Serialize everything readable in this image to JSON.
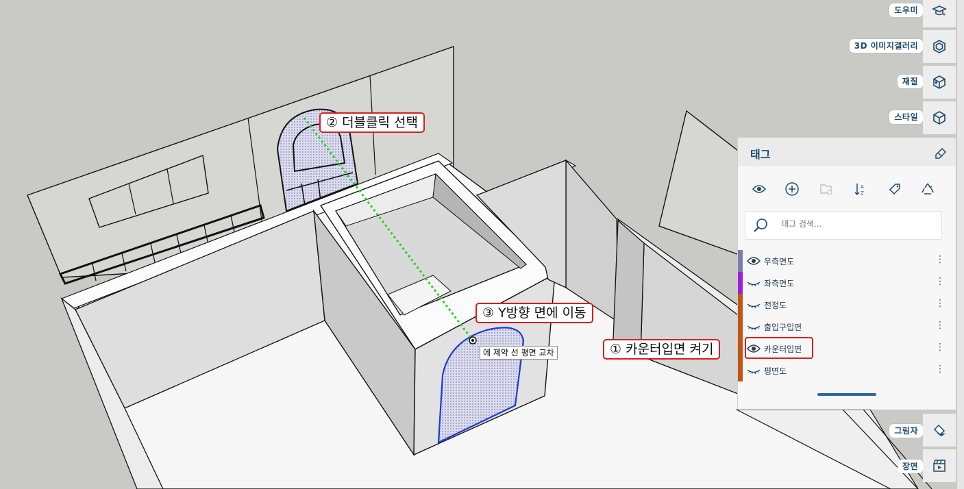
{
  "callouts": {
    "step1": "① 카운터입면 켜기",
    "step2": "② 더블클릭 선택",
    "step3": "③ Y방향 면에 이동"
  },
  "inference_tooltip": "에 제약 선 평면 교차",
  "tray": {
    "top_buttons": [
      {
        "label": "도우미",
        "icon": "graduation-cap-icon"
      },
      {
        "label": "3D 이미지갤러리",
        "icon": "warehouse-icon"
      },
      {
        "label": "재질",
        "icon": "materials-cube-icon"
      },
      {
        "label": "스타일",
        "icon": "styles-cube-icon"
      }
    ],
    "bottom_buttons": [
      {
        "label": "그림자",
        "icon": "shadow-icon"
      },
      {
        "label": "장면",
        "icon": "scene-clapper-icon"
      }
    ]
  },
  "tags_panel": {
    "title": "태그",
    "search_placeholder": "태그 검색...",
    "toolbar_icons": [
      "eye-icon",
      "add-tag-icon",
      "add-folder-icon",
      "sort-az-icon",
      "tag-color-icon",
      "purge-icon"
    ],
    "tags": [
      {
        "name": "우측면도",
        "visible": true,
        "color": "#7b7dab"
      },
      {
        "name": "좌측면도",
        "visible": false,
        "color": "#9a1fd6"
      },
      {
        "name": "전정도",
        "visible": false,
        "color": "#c25513"
      },
      {
        "name": "출입구입면",
        "visible": false,
        "color": "#c25513"
      },
      {
        "name": "카운터입면",
        "visible": true,
        "color": "#c25513"
      },
      {
        "name": "평면도",
        "visible": false,
        "color": "#c25513"
      }
    ],
    "menu_glyph": "⋮"
  }
}
